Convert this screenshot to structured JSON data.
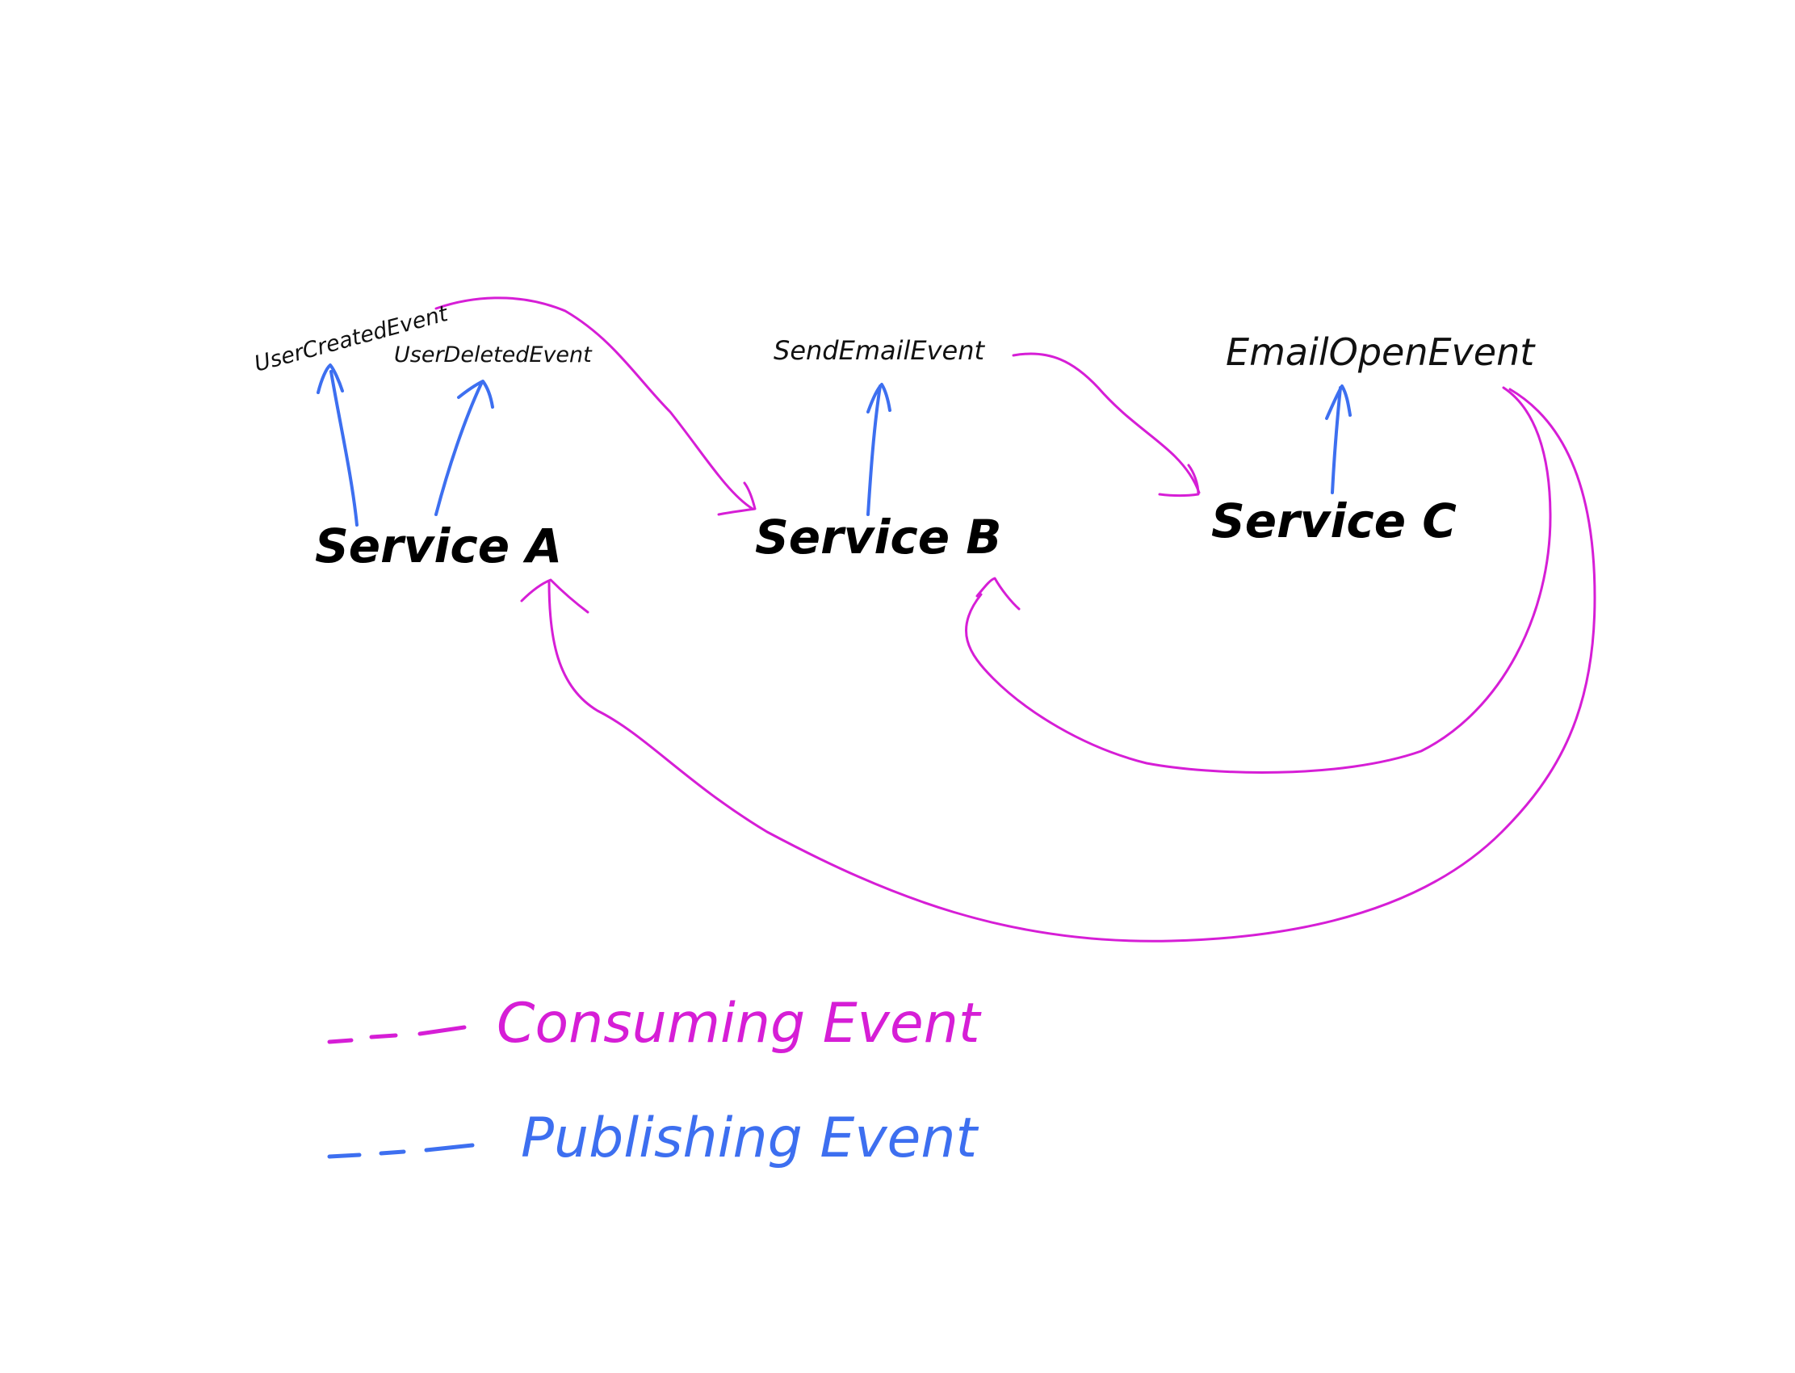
{
  "events": {
    "user_created": "UserCreatedEvent",
    "user_deleted": "UserDeletedEvent",
    "send_email": "SendEmailEvent",
    "email_open": "EmailOpenEvent"
  },
  "services": {
    "a": "Service A",
    "b": "Service B",
    "c": "Service C"
  },
  "legend": {
    "consuming": {
      "dashes": "---",
      "label": "Consuming Event"
    },
    "publishing": {
      "dashes": "---",
      "label": "Publishing Event"
    }
  },
  "colors": {
    "consuming": "#d61ed6",
    "publishing": "#3d6ff0",
    "text": "#111111"
  }
}
